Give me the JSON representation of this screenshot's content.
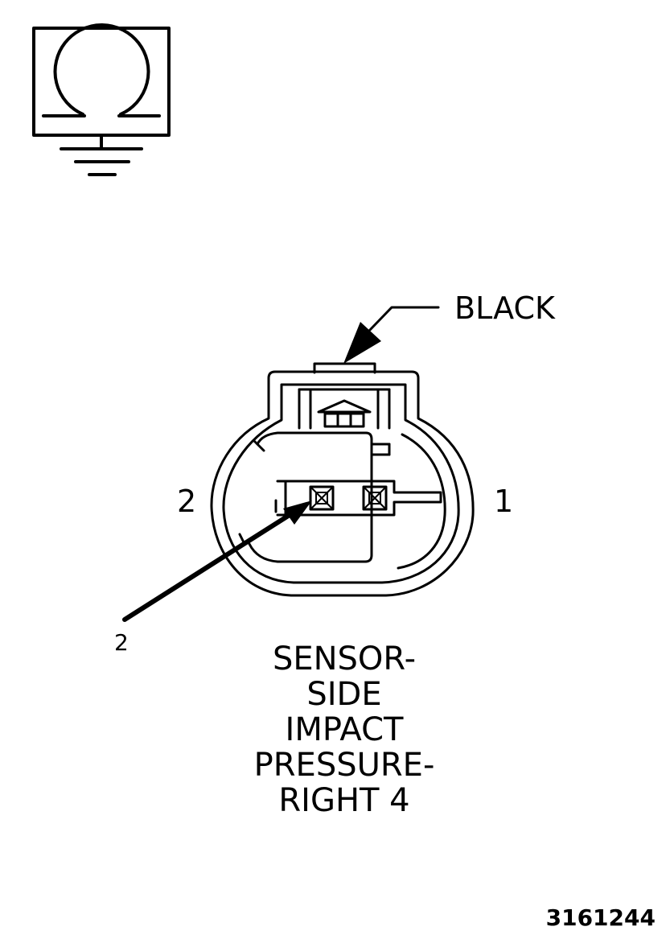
{
  "symbol": {
    "name": "ohmmeter-ground-symbol"
  },
  "connector": {
    "color_label": "BLACK",
    "pin_left": "2",
    "pin_right": "1",
    "callout": "2"
  },
  "caption_lines": [
    "SENSOR-",
    "SIDE",
    "IMPACT",
    "PRESSURE-",
    "RIGHT 4"
  ],
  "figure_id": "3161244"
}
